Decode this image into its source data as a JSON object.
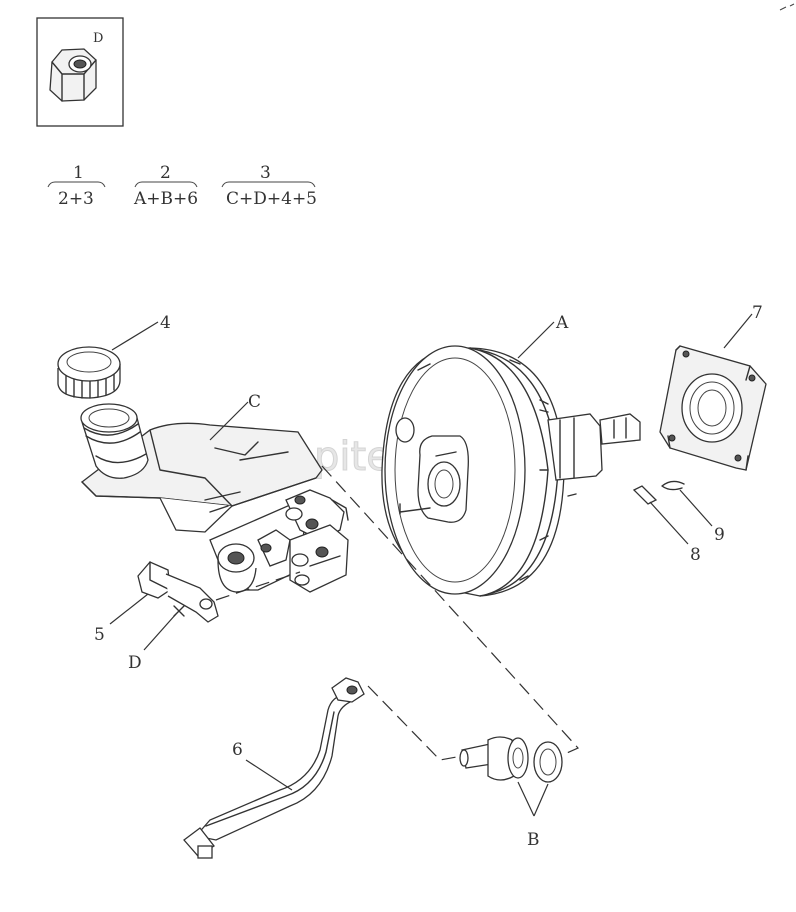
{
  "inset": {
    "letter": "D"
  },
  "groups": [
    {
      "num": "1",
      "parts": "2+3"
    },
    {
      "num": "2",
      "parts": "A+B+6"
    },
    {
      "num": "3",
      "parts": "C+D+4+5"
    }
  ],
  "callouts": {
    "c4": "4",
    "cC": "C",
    "cA": "A",
    "c7": "7",
    "c9": "9",
    "c8": "8",
    "c5": "5",
    "cD": "D",
    "c6": "6",
    "cB": "B"
  },
  "watermark": "autopiter.ru",
  "icons": {
    "nut": "hex-nut-icon",
    "reservoir_cap": "reservoir-cap-icon",
    "master_cylinder": "master-cylinder-icon",
    "brake_booster": "brake-booster-icon",
    "gasket": "gasket-icon",
    "clip": "clip-icon",
    "pin": "pin-icon",
    "bracket": "bracket-icon",
    "vacuum_hose": "vacuum-hose-icon",
    "check_valve": "check-valve-icon",
    "grommet": "grommet-icon"
  }
}
